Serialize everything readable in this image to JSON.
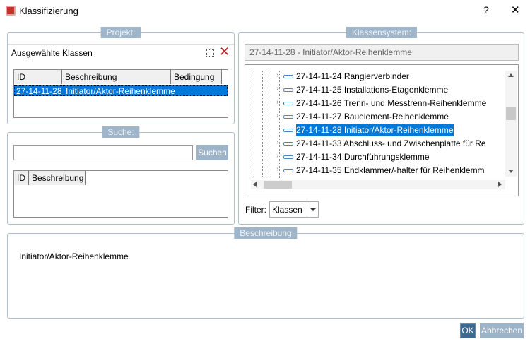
{
  "window": {
    "title": "Klassifizierung",
    "help": "?",
    "close": "✕"
  },
  "projekt": {
    "legend": "Projekt:",
    "header": "Ausgewählte Klassen",
    "columns": [
      "ID",
      "Beschreibung",
      "Bedingung"
    ],
    "rows": [
      {
        "id": "27-14-11-28",
        "beschreibung": "Initiator/Aktor-Reihenklemme",
        "bedingung": ""
      }
    ]
  },
  "suche": {
    "legend": "Suche:",
    "input_value": "",
    "button": "Suchen",
    "columns": [
      "ID",
      "Beschreibung"
    ]
  },
  "klassensystem": {
    "legend": "Klassensystem:",
    "selected_path": "27-14-11-28 - Initiator/Aktor-Reihenklemme",
    "tree": [
      {
        "label": "27-14-11-24 Rangierverbinder",
        "expandable": true,
        "selected": false
      },
      {
        "label": "27-14-11-25 Installations-Etagenklemme",
        "expandable": true,
        "selected": false
      },
      {
        "label": "27-14-11-26 Trenn- und Messtrenn-Reihenklemme",
        "expandable": true,
        "selected": false
      },
      {
        "label": "27-14-11-27 Bauelement-Reihenklemme",
        "expandable": true,
        "selected": false
      },
      {
        "label": "27-14-11-28 Initiator/Aktor-Reihenklemme",
        "expandable": false,
        "selected": true
      },
      {
        "label": "27-14-11-33 Abschluss- und Zwischenplatte für Re",
        "expandable": true,
        "selected": false
      },
      {
        "label": "27-14-11-34 Durchführungsklemme",
        "expandable": true,
        "selected": false
      },
      {
        "label": "27-14-11-35 Endklammer/-halter für Reihenklemm",
        "expandable": true,
        "selected": false
      }
    ],
    "filter_label": "Filter:",
    "filter_value": "Klassen"
  },
  "beschreibung": {
    "legend": "Beschreibung",
    "text": "Initiator/Aktor-Reihenklemme"
  },
  "buttons": {
    "ok": "OK",
    "cancel": "Abbrechen"
  },
  "colors": {
    "accent": "#0078d7",
    "legend_bg": "#9fb5ca",
    "button": "#3e6a92",
    "button_disabled": "#9db3c8"
  }
}
